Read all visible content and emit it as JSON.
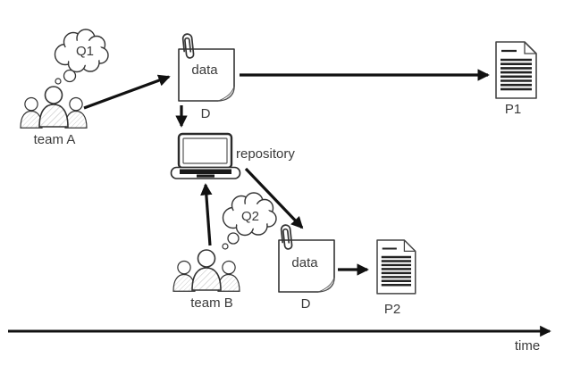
{
  "diagram": {
    "colors": {
      "background": "#ffffff",
      "stroke": "#1a1a1a",
      "text": "#3a3a3a"
    },
    "labels": {
      "q1": "Q1",
      "team_a": "team A",
      "data1": "data",
      "d1": "D",
      "p1": "P1",
      "repository": "repository",
      "q2": "Q2",
      "team_b": "team B",
      "data2": "data",
      "d2": "D",
      "p2": "P2",
      "time": "time"
    },
    "edges": [
      {
        "from": "team A",
        "to": "data D"
      },
      {
        "from": "data D",
        "to": "P1"
      },
      {
        "from": "data D",
        "to": "repository"
      },
      {
        "from": "team B",
        "to": "repository"
      },
      {
        "from": "repository",
        "to": "data D (second)"
      },
      {
        "from": "data D (second)",
        "to": "P2"
      }
    ],
    "axis": {
      "label": "time",
      "direction": "right"
    }
  }
}
